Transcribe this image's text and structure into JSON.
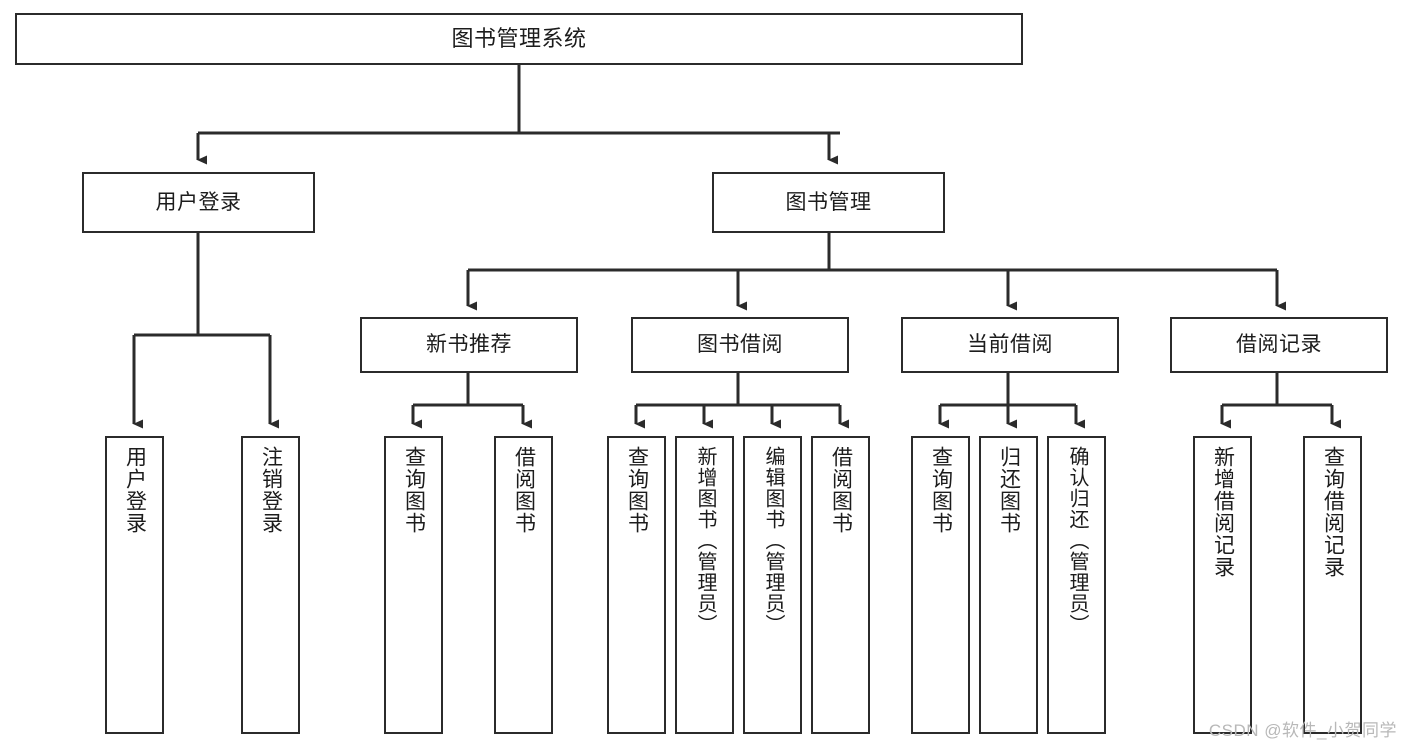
{
  "diagram": {
    "title": "图书管理系统",
    "type": "functional-structure-tree",
    "watermark": "CSDN @软件_小贺同学",
    "colors": {
      "stroke": "#2b2b2b",
      "fill": "#ffffff",
      "text": "#1c1c1c",
      "watermark": "#b8b8b8"
    },
    "levels": {
      "root": [
        "图书管理系统"
      ],
      "level2": [
        "用户登录",
        "图书管理"
      ],
      "level3": [
        "新书推荐",
        "图书借阅",
        "当前借阅",
        "借阅记录"
      ],
      "leaves": [
        "用户登录",
        "注销登录",
        "查询图书",
        "借阅图书",
        "查询图书",
        "新增图书（管理员）",
        "编辑图书（管理员）",
        "借阅图书",
        "查询图书",
        "归还图书",
        "确认归还（管理员）",
        "新增借阅记录",
        "查询借阅记录"
      ]
    },
    "nodes": {
      "root": {
        "label": "图书管理系统"
      },
      "user_login": {
        "label": "用户登录"
      },
      "book_manage": {
        "label": "图书管理"
      },
      "new_book_rec": {
        "label": "新书推荐"
      },
      "book_borrow": {
        "label": "图书借阅"
      },
      "current_borrow": {
        "label": "当前借阅"
      },
      "borrow_record": {
        "label": "借阅记录"
      },
      "leaf_user_login": {
        "label": "用户登录"
      },
      "leaf_logout": {
        "label": "注销登录"
      },
      "leaf_query_book_1": {
        "label": "查询图书"
      },
      "leaf_borrow_book_1": {
        "label": "借阅图书"
      },
      "leaf_query_book_2": {
        "label": "查询图书"
      },
      "leaf_add_book_admin": {
        "label": "新增图书（管理员）"
      },
      "leaf_edit_book_admin": {
        "label": "编辑图书（管理员）"
      },
      "leaf_borrow_book_2": {
        "label": "借阅图书"
      },
      "leaf_query_book_3": {
        "label": "查询图书"
      },
      "leaf_return_book": {
        "label": "归还图书"
      },
      "leaf_confirm_return_admin": {
        "label": "确认归还（管理员）"
      },
      "leaf_add_borrow_record": {
        "label": "新增借阅记录"
      },
      "leaf_query_borrow_record": {
        "label": "查询借阅记录"
      }
    }
  }
}
